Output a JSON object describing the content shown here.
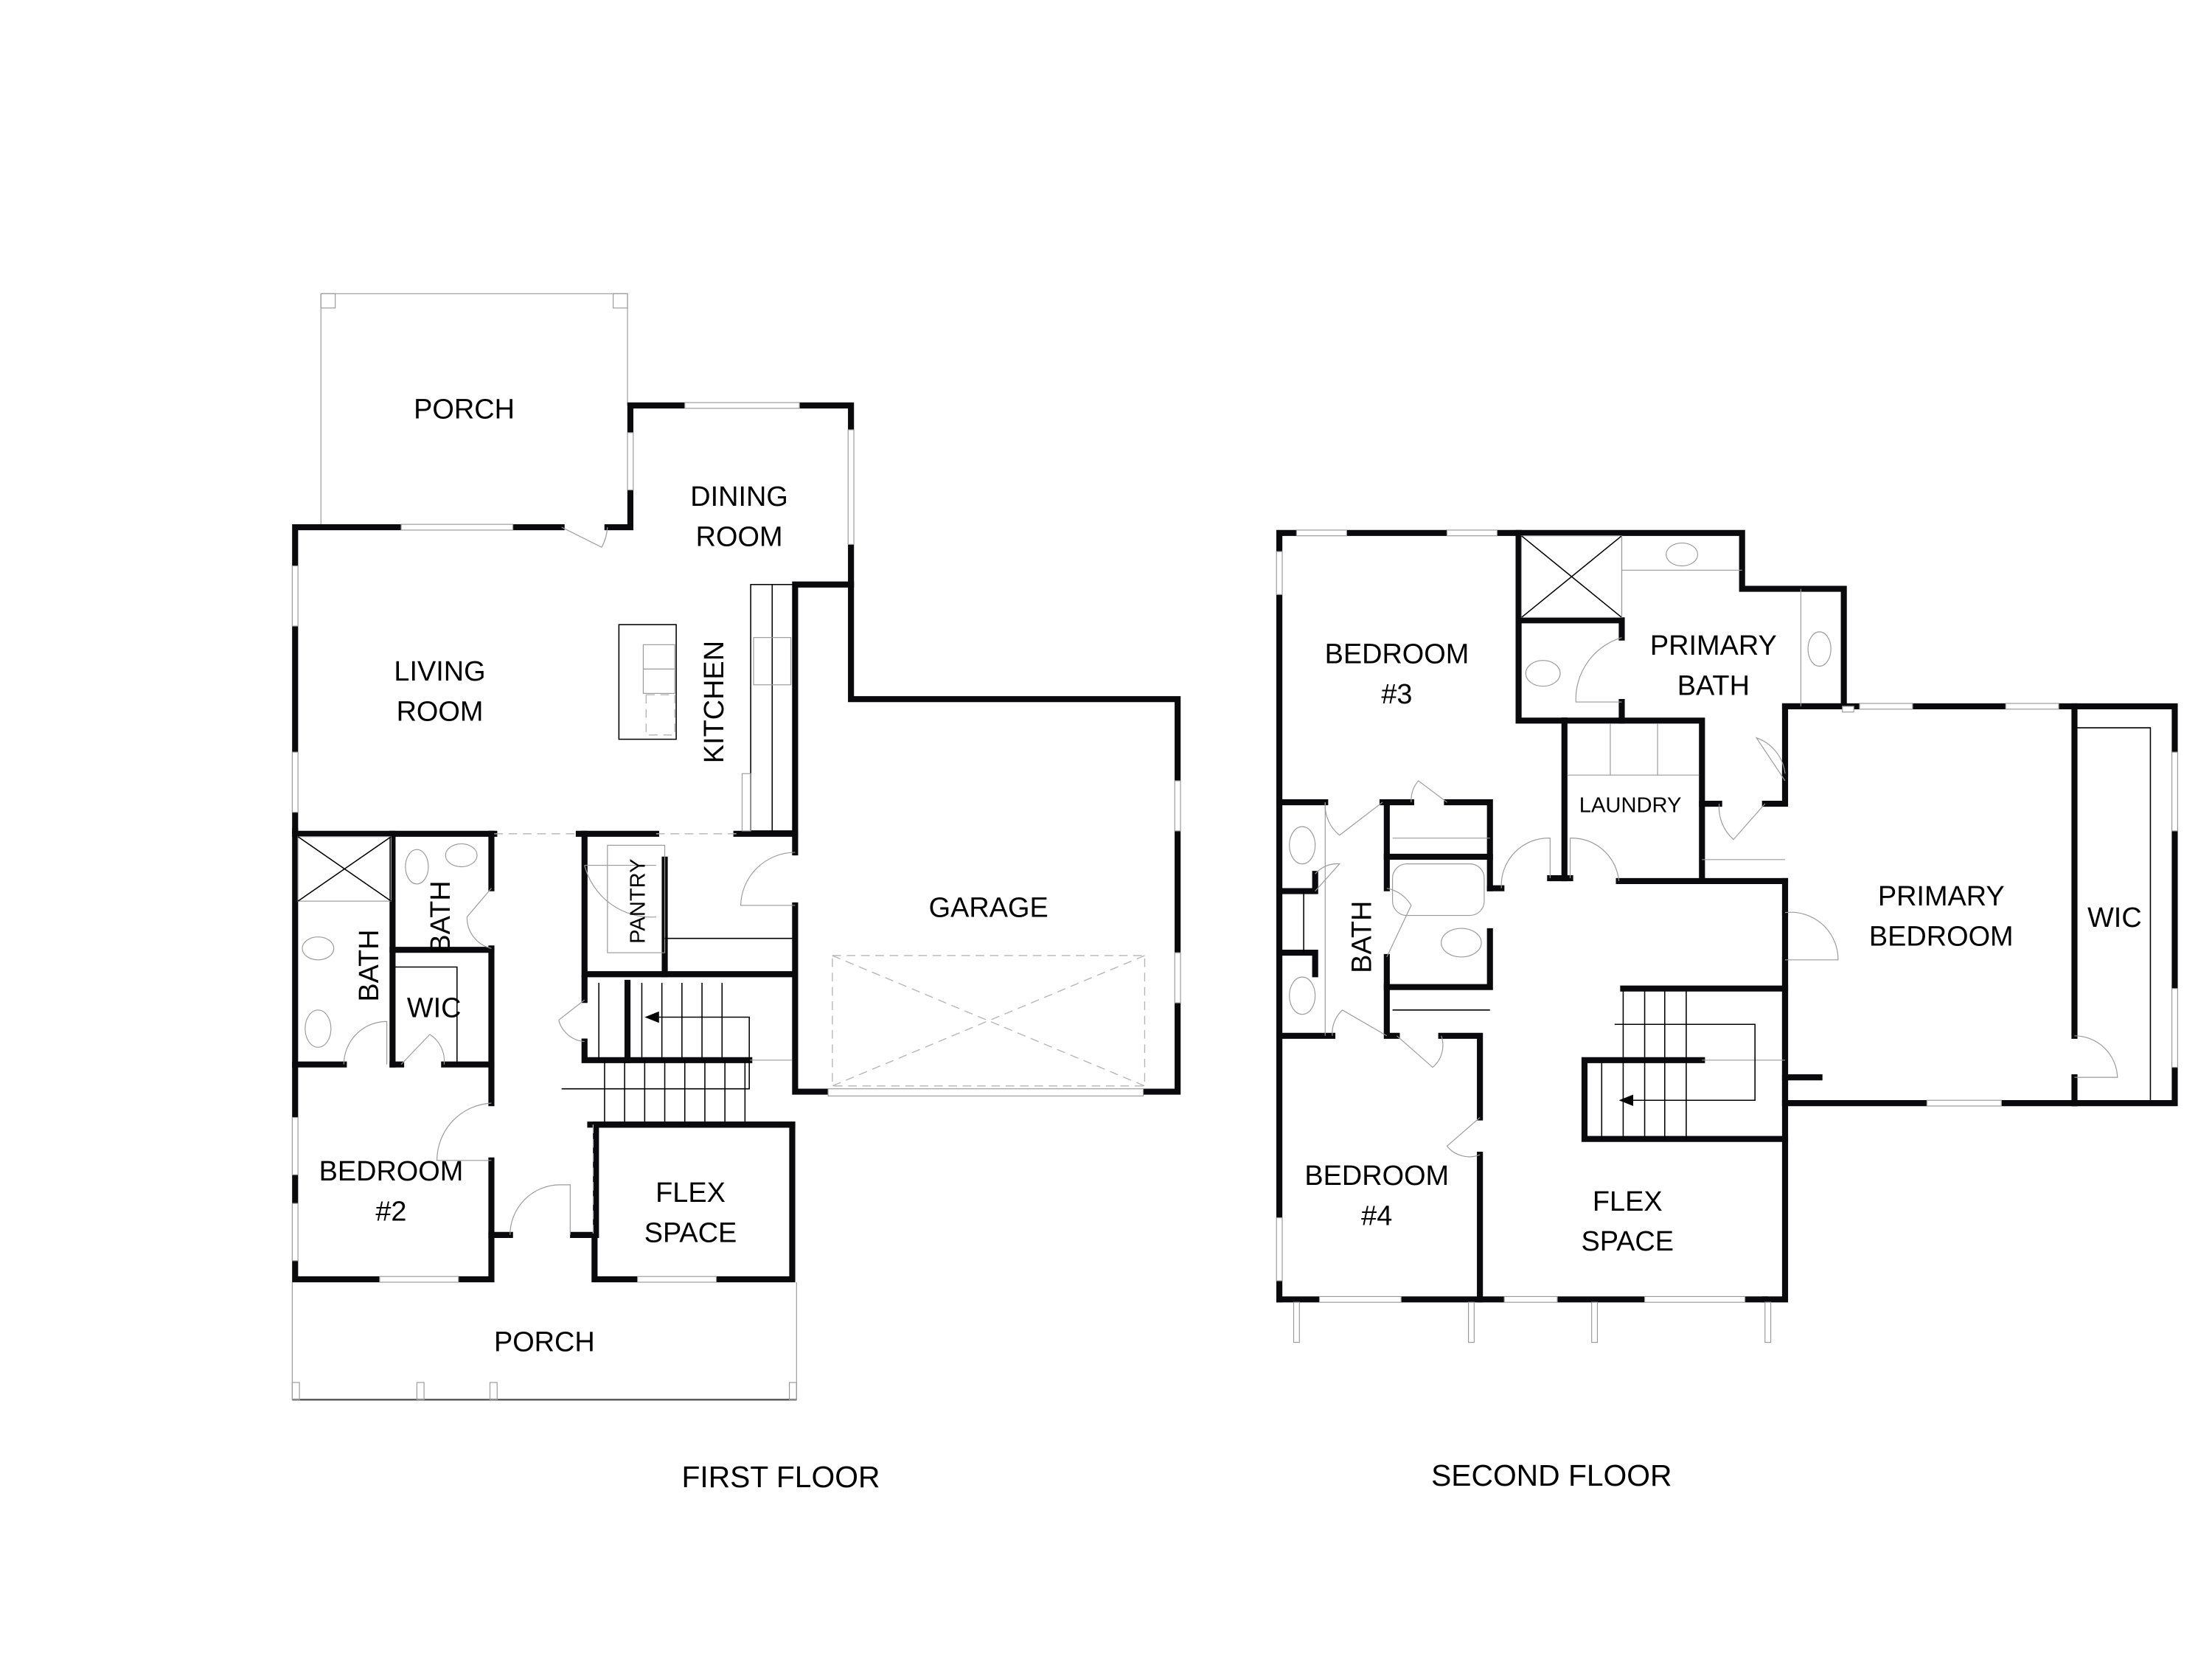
{
  "floors": [
    {
      "caption": "FIRST FLOOR",
      "rooms": {
        "porch_rear": "PORCH",
        "dining_line1": "DINING",
        "dining_line2": "ROOM",
        "living_line1": "LIVING",
        "living_line2": "ROOM",
        "kitchen": "KITCHEN",
        "garage": "GARAGE",
        "pantry": "PANTRY",
        "bath_a": "BATH",
        "bath_b": "BATH",
        "wic": "WIC",
        "bedroom2_line1": "BEDROOM",
        "bedroom2_line2": "#2",
        "flex_line1": "FLEX",
        "flex_line2": "SPACE",
        "porch_front": "PORCH"
      }
    },
    {
      "caption": "SECOND FLOOR",
      "rooms": {
        "bedroom3_line1": "BEDROOM",
        "bedroom3_line2": "#3",
        "primary_bath_line1": "PRIMARY",
        "primary_bath_line2": "BATH",
        "laundry": "LAUNDRY",
        "bath": "BATH",
        "primary_bedroom_line1": "PRIMARY",
        "primary_bedroom_line2": "BEDROOM",
        "wic": "WIC",
        "bedroom4_line1": "BEDROOM",
        "bedroom4_line2": "#4",
        "flex_line1": "FLEX",
        "flex_line2": "SPACE"
      }
    }
  ],
  "colors": {
    "wall": "#0a0a0c",
    "fixture": "#9a9a9a",
    "background": "#ffffff"
  }
}
